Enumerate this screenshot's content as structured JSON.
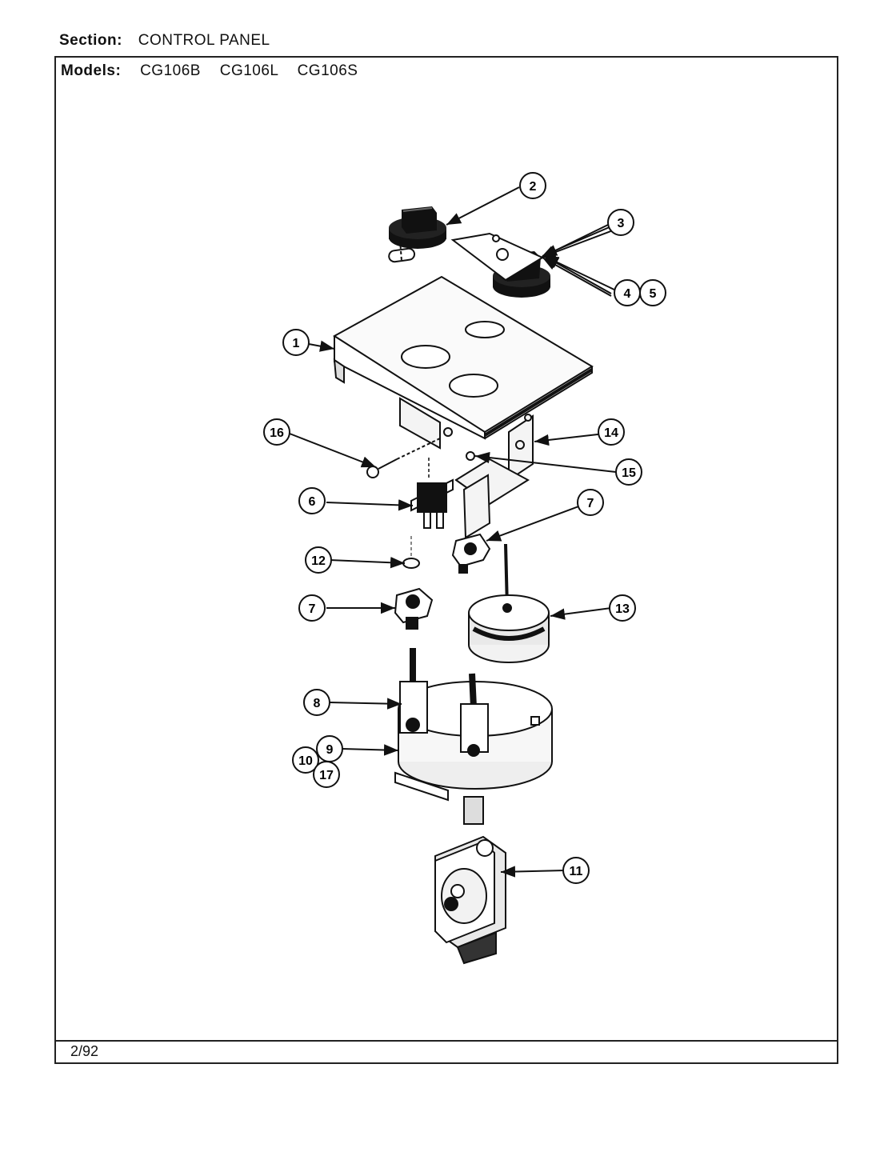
{
  "header": {
    "section_label": "Section:",
    "section_value": "CONTROL PANEL",
    "models_label": "Models:",
    "models": [
      "CG106B",
      "CG106L",
      "CG106S"
    ]
  },
  "footer": {
    "date": "2/92"
  },
  "callouts": [
    "1",
    "2",
    "3",
    "4",
    "5",
    "6",
    "7",
    "7",
    "8",
    "9",
    "10",
    "11",
    "12",
    "13",
    "14",
    "15",
    "16",
    "17"
  ]
}
